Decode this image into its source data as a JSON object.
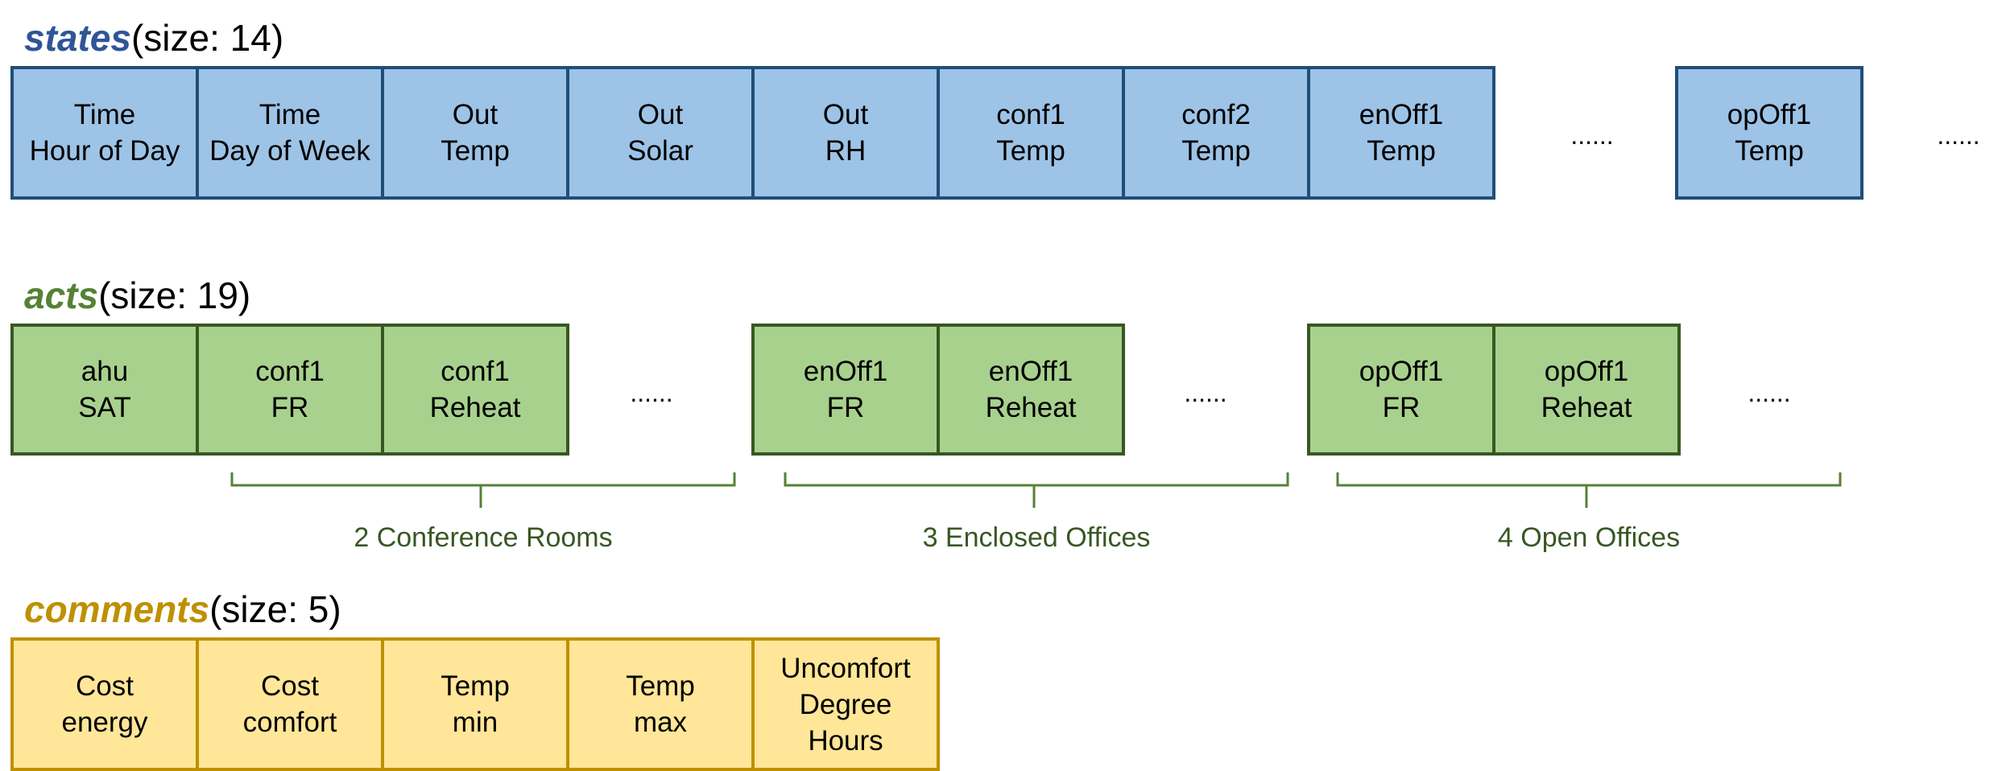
{
  "states": {
    "keyword": "states",
    "size_text": "(size: 14)",
    "cells": [
      {
        "line1": "Time",
        "line2": "Hour of Day"
      },
      {
        "line1": "Time",
        "line2": "Day of Week"
      },
      {
        "line1": "Out",
        "line2": "Temp"
      },
      {
        "line1": "Out",
        "line2": "Solar"
      },
      {
        "line1": "Out",
        "line2": "RH"
      },
      {
        "line1": "conf1",
        "line2": "Temp"
      },
      {
        "line1": "conf2",
        "line2": "Temp"
      },
      {
        "line1": "enOff1",
        "line2": "Temp"
      },
      {
        "line1": "opOff1",
        "line2": "Temp"
      }
    ],
    "ellipsis": "......"
  },
  "acts": {
    "keyword": "acts",
    "size_text": "(size: 19)",
    "cells": [
      {
        "line1": "ahu",
        "line2": "SAT"
      },
      {
        "line1": "conf1",
        "line2": "FR"
      },
      {
        "line1": "conf1",
        "line2": "Reheat"
      },
      {
        "line1": "enOff1",
        "line2": "FR"
      },
      {
        "line1": "enOff1",
        "line2": "Reheat"
      },
      {
        "line1": "opOff1",
        "line2": "FR"
      },
      {
        "line1": "opOff1",
        "line2": "Reheat"
      }
    ],
    "ellipsis": "......",
    "groups": [
      "2 Conference Rooms",
      "3 Enclosed Offices",
      "4 Open Offices"
    ]
  },
  "comments": {
    "keyword": "comments",
    "size_text": "(size: 5)",
    "cells": [
      {
        "line1": "Cost",
        "line2": "energy"
      },
      {
        "line1": "Cost",
        "line2": "comfort"
      },
      {
        "line1": "Temp",
        "line2": "min"
      },
      {
        "line1": "Temp",
        "line2": "max"
      },
      {
        "line1": "Uncomfort",
        "line2": "Degree",
        "line3": "Hours"
      }
    ]
  },
  "colors": {
    "states_fill": "#9DC3E6",
    "states_border": "#1F4E79",
    "states_keyword": "#2F5597",
    "acts_fill": "#A9D18E",
    "acts_border": "#385723",
    "acts_keyword": "#548235",
    "comments_fill": "#FFE699",
    "comments_border": "#BF9000",
    "comments_keyword": "#BF9000"
  }
}
